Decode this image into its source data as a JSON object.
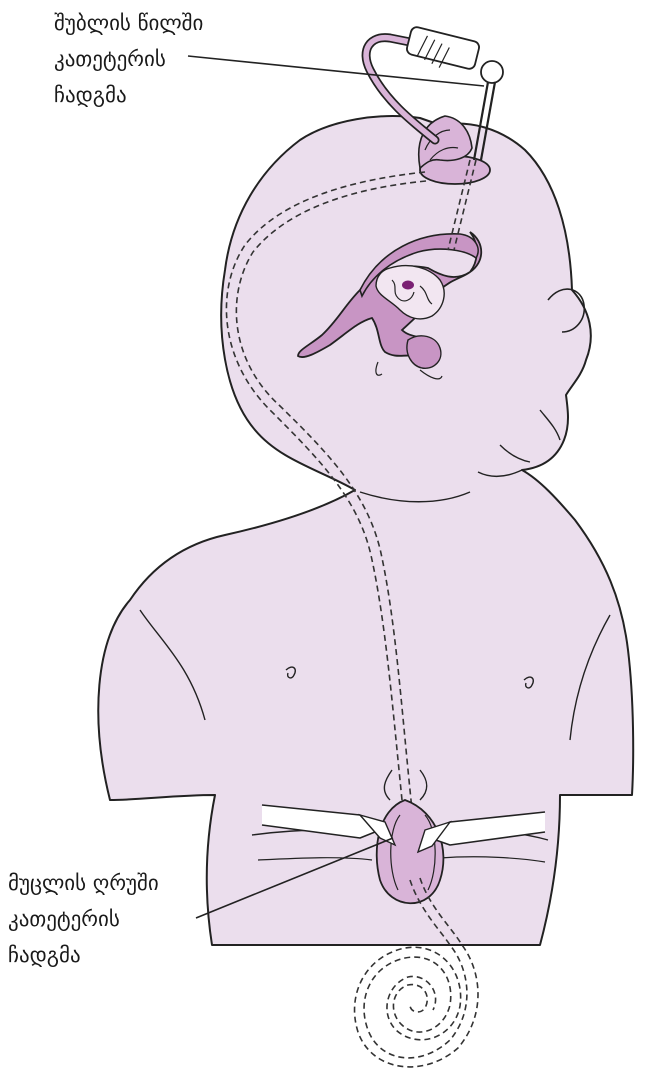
{
  "figure": {
    "description": "",
    "colors": {
      "skin": "#ebdeed",
      "outline": "#222222",
      "ventricle": "#c895c4",
      "ventricle_dark": "#7a1f73",
      "reservoir": "#d9b4d8",
      "catheter": "#333333"
    }
  },
  "labels": {
    "top": {
      "line1": "შუბლის წილში",
      "line2": "კათეტერის",
      "line3": "ჩადგმა"
    },
    "bottom": {
      "line1": "მუცლის ღრუში",
      "line2": "კათეტერის",
      "line3": "ჩადგმა"
    }
  }
}
